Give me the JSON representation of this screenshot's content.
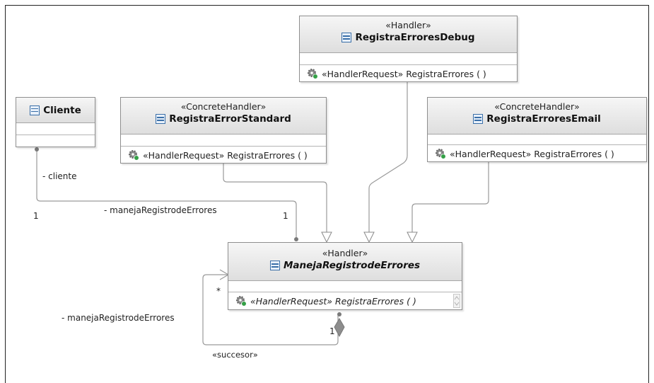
{
  "classes": {
    "debug": {
      "stereotype": "«Handler»",
      "name": "RegistraErroresDebug",
      "operation": "«HandlerRequest» RegistraErrores ( )"
    },
    "cliente": {
      "name": "Cliente"
    },
    "standard": {
      "stereotype": "«ConcreteHandler»",
      "name": "RegistraErrorStandard",
      "operation": "«HandlerRequest» RegistraErrores ( )"
    },
    "email": {
      "stereotype": "«ConcreteHandler»",
      "name": "RegistraErroresEmail",
      "operation": "«HandlerRequest» RegistraErrores ( )"
    },
    "maneja": {
      "stereotype": "«Handler»",
      "name": "ManejaRegistrodeErrores",
      "operation": "«HandlerRequest» RegistraErrores ( )"
    }
  },
  "edge_labels": {
    "cliente_role": "- cliente",
    "cliente_mult": "1",
    "maneja_role": "- manejaRegistrodeErrores",
    "maneja_mult": "1",
    "self_role": "- manejaRegistrodeErrores",
    "self_many": "*",
    "self_one": "1",
    "self_stereotype": "«succesor»"
  },
  "colors": {
    "line": "#9a9a9a",
    "icon_blue": "#3a6fa8",
    "gear": "#7d7d7d",
    "gear_badge": "#35a047"
  }
}
